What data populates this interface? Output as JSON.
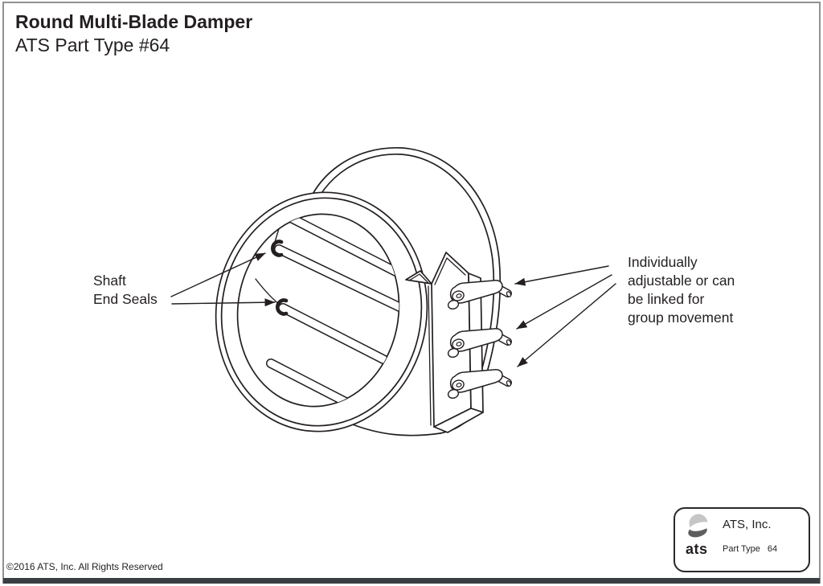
{
  "header": {
    "title": "Round Multi-Blade Damper",
    "subtitle": "ATS Part Type #64"
  },
  "annotations": {
    "shaft_end_seals": {
      "lines": [
        "Shaft",
        "End Seals"
      ]
    },
    "adjustable": {
      "lines": [
        "Individually",
        "adjustable or can",
        "be linked for",
        "group movement"
      ]
    }
  },
  "footer": {
    "copyright": "©2016 ATS, Inc. All Rights Reserved"
  },
  "badge": {
    "company": "ATS, Inc.",
    "part_label": "Part Type",
    "part_value": "64",
    "logo_text": "ats"
  },
  "diagram": {
    "subject": "Round multi-blade damper, isometric line drawing with flanged collar, damper blades, shaft end seals and side bracket with three crank arms",
    "colors": {
      "line": "#231f20",
      "frame_border": "#919191",
      "bottom_bar": "#3a3e43",
      "logo_light": "#c6c6c6",
      "logo_dark": "#5e5e5e"
    }
  }
}
